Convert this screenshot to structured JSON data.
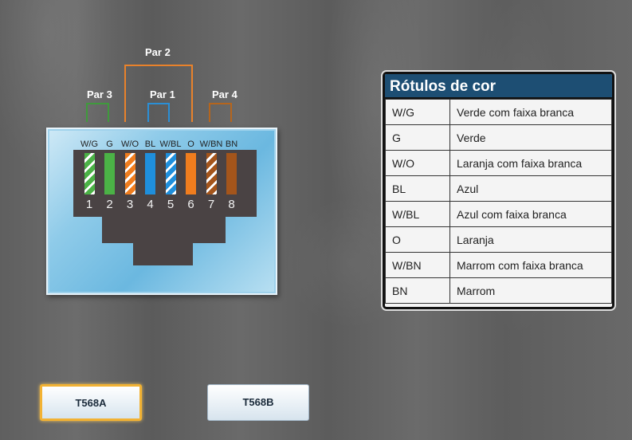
{
  "pairs": [
    {
      "label": "Par 2",
      "color": "#e9822b"
    },
    {
      "label": "Par 3",
      "color": "#3f9a3c"
    },
    {
      "label": "Par 1",
      "color": "#2a8fd6"
    },
    {
      "label": "Par 4",
      "color": "#b5651d"
    }
  ],
  "wires": [
    {
      "pin": "1",
      "label": "W/G",
      "color": "#4bb246",
      "striped": true
    },
    {
      "pin": "2",
      "label": "G",
      "color": "#4bb246",
      "striped": false
    },
    {
      "pin": "3",
      "label": "W/O",
      "color": "#f07d1e",
      "striped": true
    },
    {
      "pin": "4",
      "label": "BL",
      "color": "#1f8fdc",
      "striped": false
    },
    {
      "pin": "5",
      "label": "W/BL",
      "color": "#1f8fdc",
      "striped": true
    },
    {
      "pin": "6",
      "label": "O",
      "color": "#f07d1e",
      "striped": false
    },
    {
      "pin": "7",
      "label": "W/BN",
      "color": "#a4551b",
      "striped": true
    },
    {
      "pin": "8",
      "label": "BN",
      "color": "#a4551b",
      "striped": false
    }
  ],
  "legend": {
    "title": "Rótulos de cor",
    "rows": [
      {
        "code": "W/G",
        "name": "Verde com faixa branca"
      },
      {
        "code": "G",
        "name": "Verde"
      },
      {
        "code": "W/O",
        "name": "Laranja com faixa branca"
      },
      {
        "code": "BL",
        "name": "Azul"
      },
      {
        "code": "W/BL",
        "name": "Azul com faixa branca"
      },
      {
        "code": "O",
        "name": "Laranja"
      },
      {
        "code": "W/BN",
        "name": "Marrom com faixa branca"
      },
      {
        "code": "BN",
        "name": "Marrom"
      }
    ]
  },
  "buttons": {
    "t568a": {
      "label": "T568A",
      "selected": true
    },
    "t568b": {
      "label": "T568B",
      "selected": false
    }
  }
}
